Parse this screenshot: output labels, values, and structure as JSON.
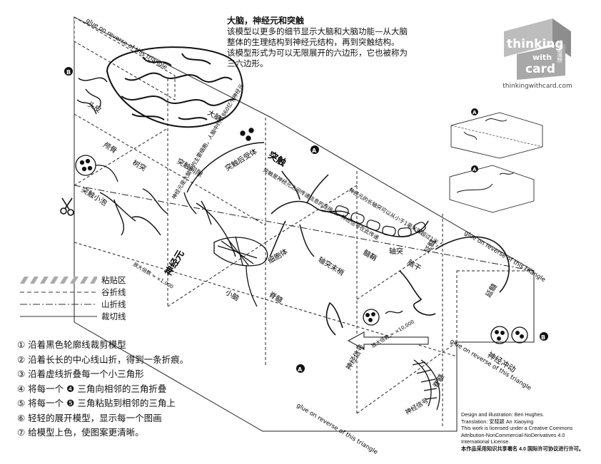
{
  "header": {
    "title": "大脑，神经元和突触",
    "body": [
      "该模型以更多的细节显示大脑和大脑功能—从大脑",
      "整体的生理结构到神经元结构，再到突触结构。",
      "该模型形式为可以无限展开的六边形，它也被称为",
      "三六边形。"
    ]
  },
  "logo": {
    "line1": "thinking",
    "line2": "with",
    "line3": "card",
    "cn": "纸上漫想",
    "url": "thinkingwithcard.com"
  },
  "diagram": {
    "glue_note": "glue on reverse of this triangle",
    "marker_a": "A",
    "marker_b": "B",
    "labels": {
      "scalp": "头皮",
      "skull": "颅骨",
      "brain": "大脑",
      "dendrite": "树突",
      "cell_body": "细胞体",
      "synapse": "突触",
      "synapse_gap": "突触间隙",
      "receptor": "突触后受体",
      "axon_terminal": "轴突末梢",
      "vesicle": "突触小泡",
      "axon": "轴突",
      "myelin": "髓鞘",
      "neuron": "神经元",
      "brainstem": "脑干",
      "cerebellum": "小脑",
      "spinal_cord": "脊髓",
      "medulla": "延髓",
      "signal": "神经信号",
      "nerve_impulse": "神经冲动",
      "mag1": "放大倍数 ≈ ×1,000",
      "mag2": "放大倍数 ≈ ×10,000",
      "neuron_desc": "神经元是大脑中的主要细胞，人脑中约有860亿个神经元",
      "synapse_desc": "突触是神经元之间传递信息的连接点，神经信号在此传递",
      "axon_desc": "神经元的长轴突可以从小于1毫米到超过1米"
    }
  },
  "legend": {
    "items": [
      {
        "label": "粘贴区"
      },
      {
        "label": "谷折线"
      },
      {
        "label": "山折线"
      },
      {
        "label": "裁切线"
      }
    ]
  },
  "steps": [
    "① 沿着黑色轮廓线裁剪模型",
    "② 沿着长长的中心线山折，得到一条折痕。",
    "③ 沿着虚线折叠每一个小三角形",
    "④ 将每一个 ❹ 三角向相邻的三角折叠",
    "⑤ 将每一个 ❺ 三角粘贴到相邻的三角上",
    "⑥ 轻轻的展开模型，显示每一个图画",
    "⑦ 给模型上色，使图案更清晰。"
  ],
  "steps_markers": {
    "a": "A",
    "b": "B"
  },
  "credits": {
    "lines": [
      "Design and illustration: Ben Hughes.",
      "Translation: 安晓颖  An Xiaoying",
      "This work is licensed under a Creative Commons",
      "Attribution-NonCommercial-NoDerivatives 4.0",
      "International License."
    ],
    "cn_line": "本作品采用知识共享署名 4.0 国际许可协议进行许可。"
  }
}
